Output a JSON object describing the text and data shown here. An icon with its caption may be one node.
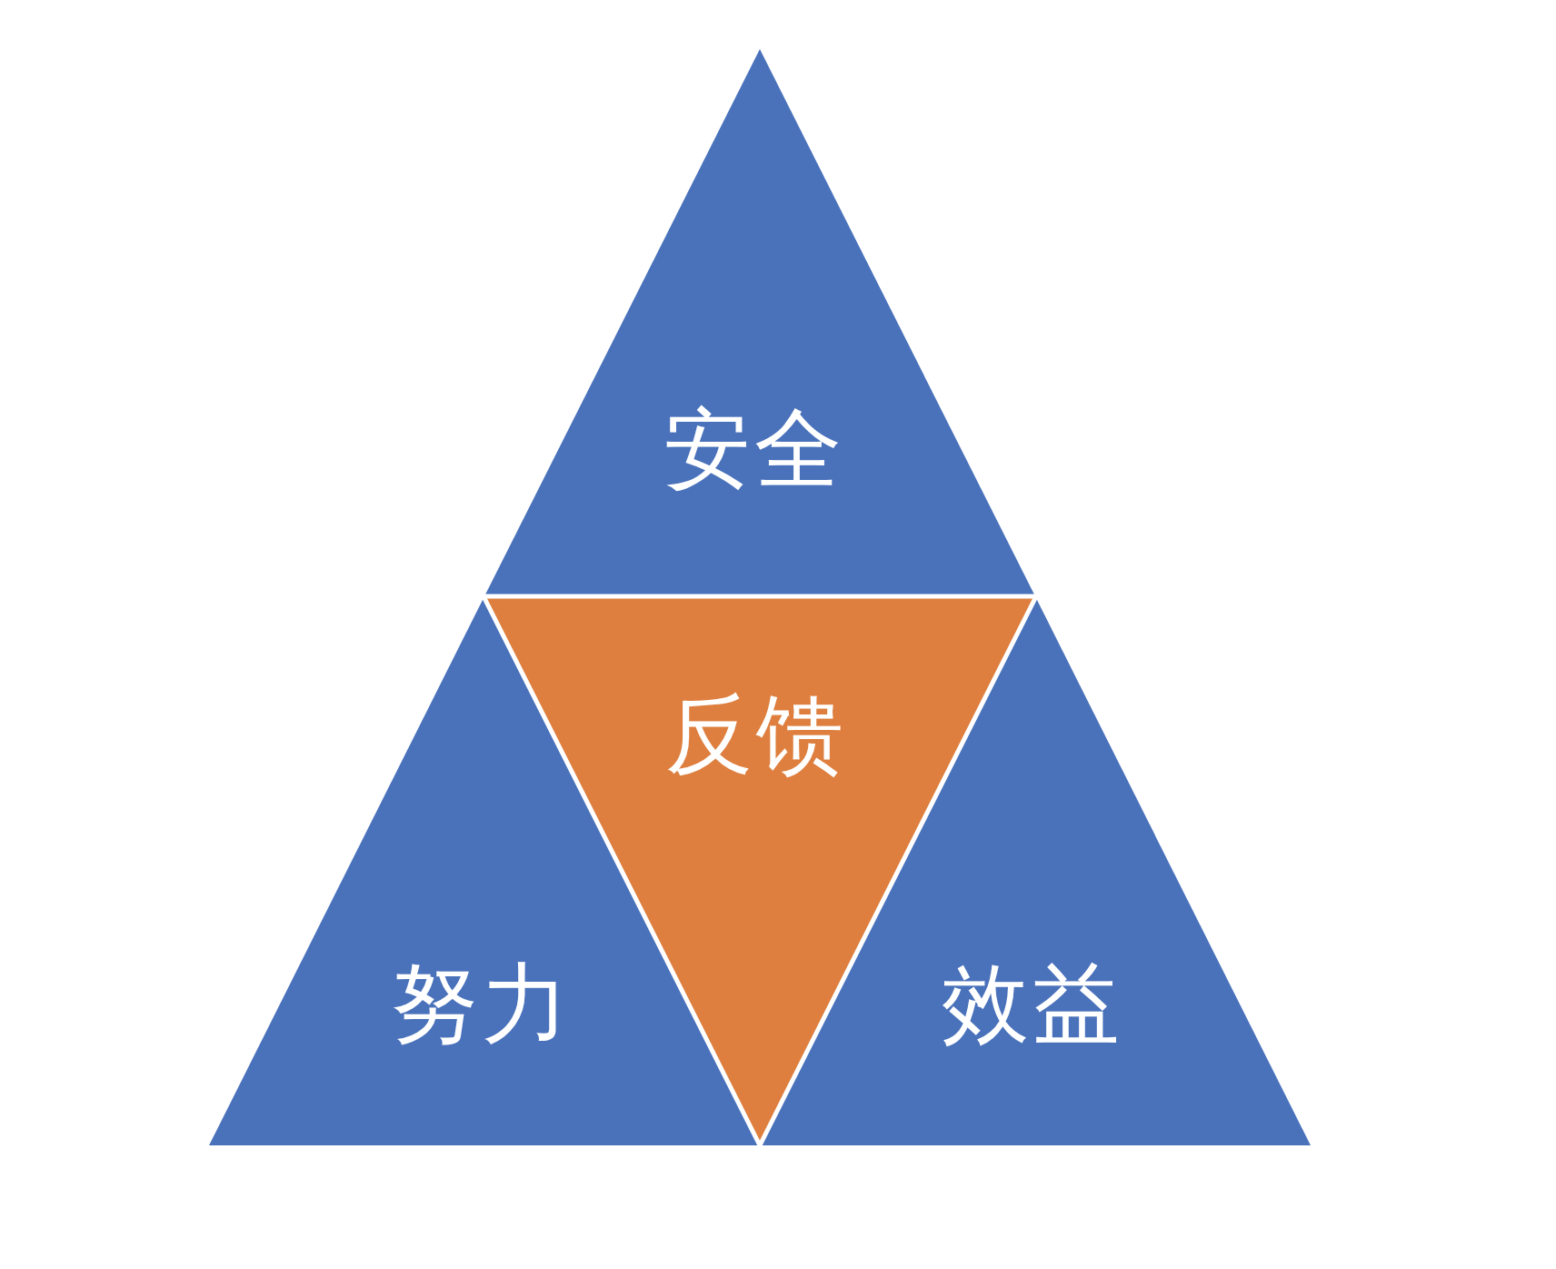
{
  "diagram": {
    "nodes": [
      {
        "text": [
          "安全"
        ]
      },
      {
        "text": [
          "反馈"
        ]
      },
      {
        "text": [
          "努力"
        ]
      },
      {
        "text": [
          "效益"
        ]
      }
    ]
  }
}
